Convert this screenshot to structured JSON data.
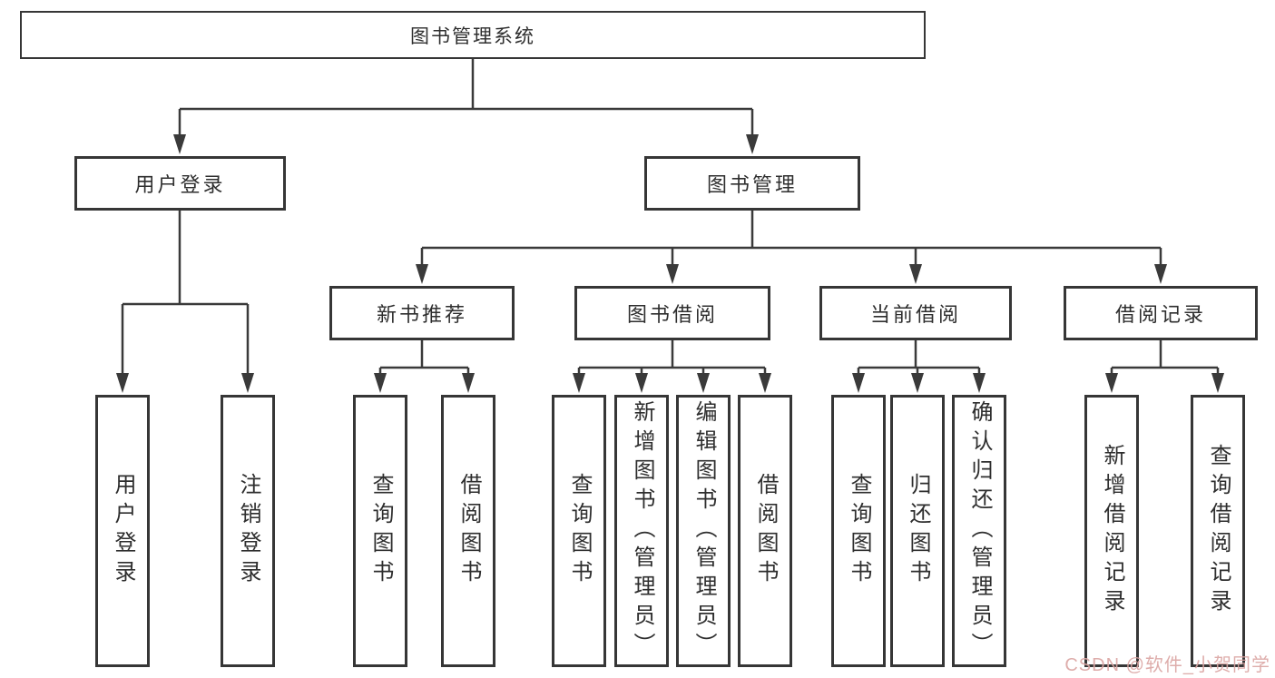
{
  "diagram": {
    "root": {
      "label": "图书管理系统"
    },
    "branches": [
      {
        "label": "用户登录",
        "children": [
          {
            "label": "用户登录"
          },
          {
            "label": "注销登录"
          }
        ]
      },
      {
        "label": "图书管理",
        "children": [
          {
            "label": "新书推荐",
            "children": [
              {
                "label": "查询图书"
              },
              {
                "label": "借阅图书"
              }
            ]
          },
          {
            "label": "图书借阅",
            "children": [
              {
                "label": "查询图书"
              },
              {
                "label": "新增图书（管理员）"
              },
              {
                "label": "编辑图书（管理员）"
              },
              {
                "label": "借阅图书"
              }
            ]
          },
          {
            "label": "当前借阅",
            "children": [
              {
                "label": "查询图书"
              },
              {
                "label": "归还图书"
              },
              {
                "label": "确认归还（管理员）"
              }
            ]
          },
          {
            "label": "借阅记录",
            "children": [
              {
                "label": "新增借阅记录"
              },
              {
                "label": "查询借阅记录"
              }
            ]
          }
        ]
      }
    ]
  },
  "watermark": {
    "text": "CSDN @软件_小贺同学",
    "color": "#dba5a3"
  },
  "colors": {
    "line": "#3a3a3a",
    "box_border": "#363636",
    "text": "#2e2e2e",
    "background": "#ffffff"
  }
}
